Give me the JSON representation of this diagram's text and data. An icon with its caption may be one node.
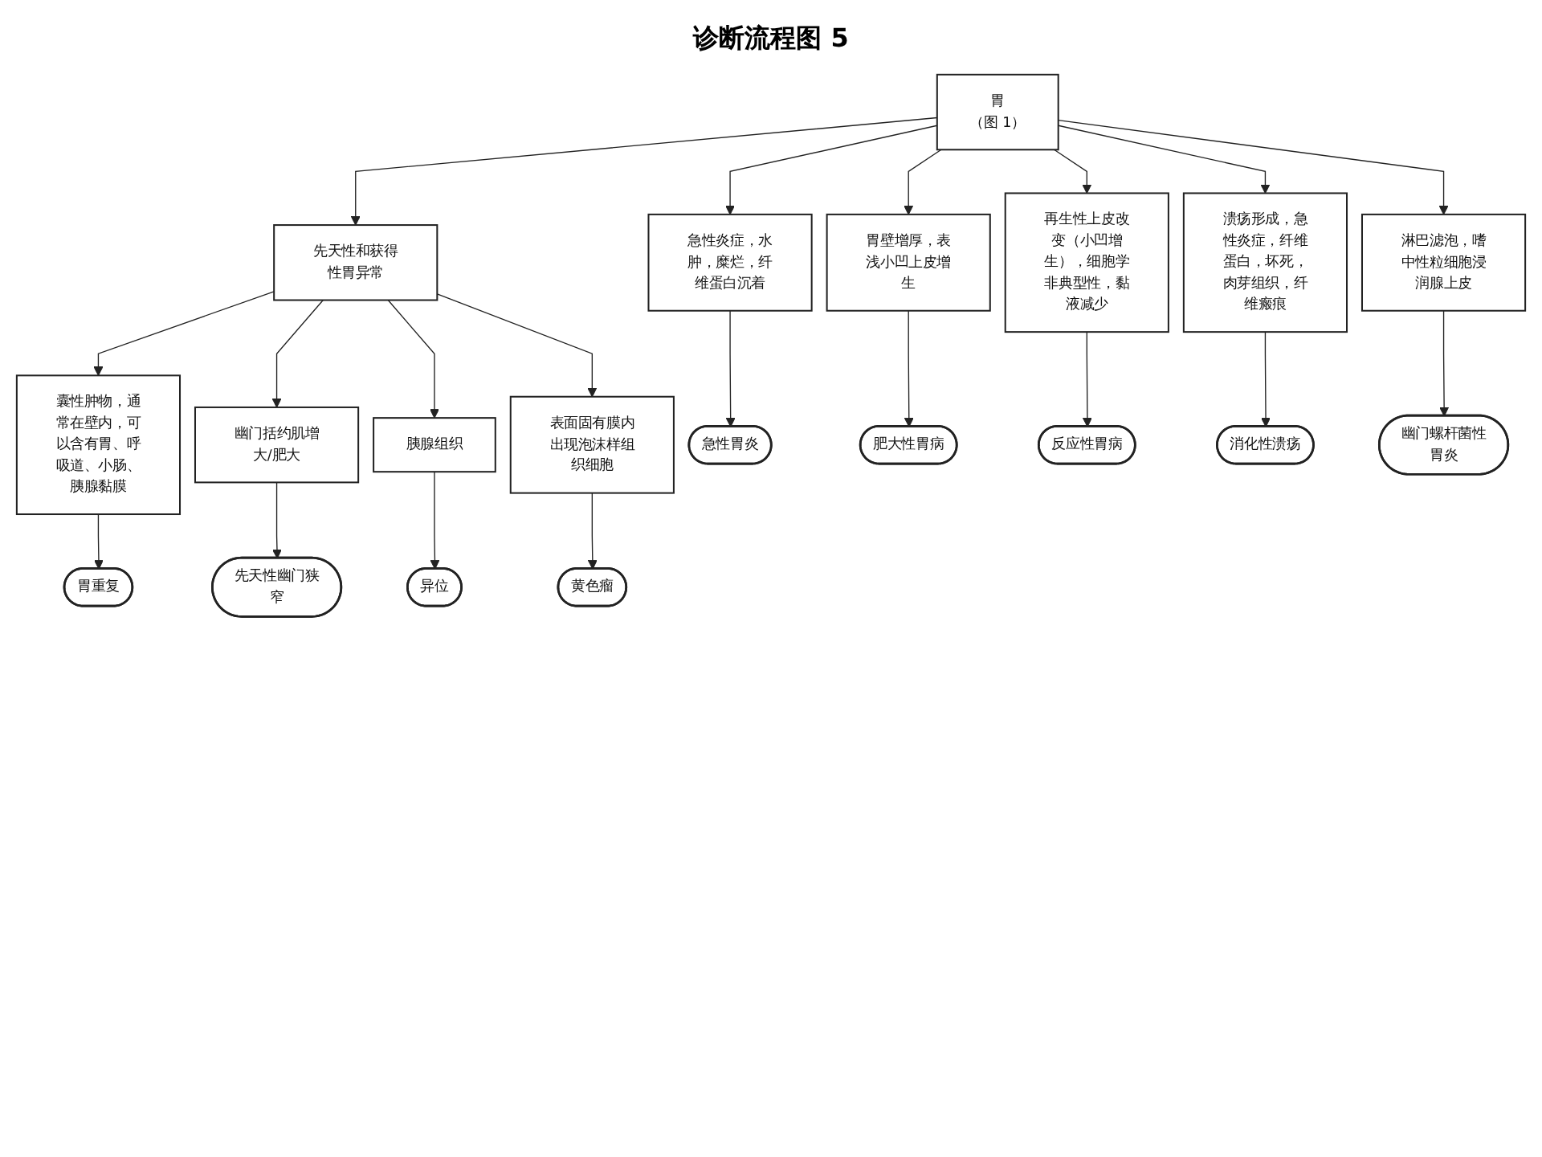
{
  "diagram": {
    "title": "诊断流程图 5",
    "nodes": [
      {
        "text": [
          "胃",
          "（图 1）"
        ]
      },
      {
        "text": [
          "先天性和获得性胃异常"
        ]
      },
      {
        "text": [
          "囊性肿物，通常在壁内，可以含有胃、呼吸道、小肠、胰腺黏膜"
        ]
      },
      {
        "text": [
          "幽门括约肌增大/肥大"
        ]
      },
      {
        "text": [
          "胰腺组织"
        ]
      },
      {
        "text": [
          "表面固有膜内出现泡沫样组织细胞"
        ]
      },
      {
        "text": [
          "急性炎症，水肿，糜烂，纤维蛋白沉着"
        ]
      },
      {
        "text": [
          "胃壁增厚，表浅小凹上皮增生"
        ]
      },
      {
        "text": [
          "再生性上皮改变（小凹增生），细胞学非典型性，黏液减少"
        ]
      },
      {
        "text": [
          "溃疡形成，急性炎症，纤维蛋白，坏死，肉芽组织，纤维瘢痕"
        ]
      },
      {
        "text": [
          "淋巴滤泡，嗜中性粒细胞浸润腺上皮"
        ]
      },
      {
        "text": [
          "胃重复"
        ]
      },
      {
        "text": [
          "先天性幽门狭窄"
        ]
      },
      {
        "text": [
          "异位"
        ]
      },
      {
        "text": [
          "黄色瘤"
        ]
      },
      {
        "text": [
          "急性胃炎"
        ]
      },
      {
        "text": [
          "肥大性胃病"
        ]
      },
      {
        "text": [
          "反应性胃病"
        ]
      },
      {
        "text": [
          "消化性溃疡"
        ]
      },
      {
        "text": [
          "幽门螺杆菌性胃炎"
        ]
      }
    ],
    "edges": [
      {
        "from": 0,
        "to": 1,
        "arrow": "to"
      },
      {
        "from": 0,
        "to": 6,
        "arrow": "to"
      },
      {
        "from": 0,
        "to": 7,
        "arrow": "to"
      },
      {
        "from": 0,
        "to": 8,
        "arrow": "to"
      },
      {
        "from": 0,
        "to": 9,
        "arrow": "to"
      },
      {
        "from": 0,
        "to": 10,
        "arrow": "to"
      },
      {
        "from": 1,
        "to": 2,
        "arrow": "to"
      },
      {
        "from": 1,
        "to": 3,
        "arrow": "to"
      },
      {
        "from": 1,
        "to": 4,
        "arrow": "to"
      },
      {
        "from": 1,
        "to": 5,
        "arrow": "to"
      },
      {
        "from": 2,
        "to": 11,
        "arrow": "to"
      },
      {
        "from": 3,
        "to": 12,
        "arrow": "to"
      },
      {
        "from": 4,
        "to": 13,
        "arrow": "to"
      },
      {
        "from": 5,
        "to": 14,
        "arrow": "to"
      },
      {
        "from": 6,
        "to": 15,
        "arrow": "to"
      },
      {
        "from": 7,
        "to": 16,
        "arrow": "to"
      },
      {
        "from": 8,
        "to": 17,
        "arrow": "to"
      },
      {
        "from": 9,
        "to": 18,
        "arrow": "to"
      },
      {
        "from": 10,
        "to": 19,
        "arrow": "to"
      }
    ]
  }
}
